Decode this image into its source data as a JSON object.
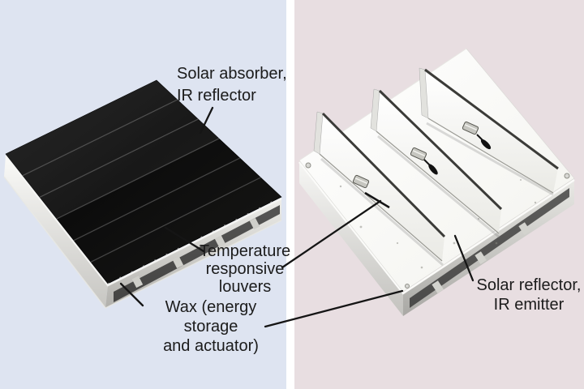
{
  "figure": {
    "left_panel": {
      "background_color": "#dee4f1",
      "device": "closed-black-louver-panel",
      "labels": {
        "solar_absorber": "Solar absorber,\nIR reflector",
        "temperature_louvers": "Temperature\nresponsive\nlouvers",
        "wax": "Wax (energy storage\nand actuator)"
      },
      "colors": {
        "louver_top": "#131313",
        "base_metal": "#dddcd8"
      }
    },
    "right_panel": {
      "background_color": "#e8dee1",
      "device": "open-white-louver-panel",
      "labels": {
        "solar_reflector": "Solar reflector,\nIR emitter"
      },
      "colors": {
        "platform": "#fbfbf8",
        "fin_rail": "#3b3b38",
        "base_metal": "#d9d8d4"
      }
    },
    "divider_color": "#ffffff",
    "text_color": "#1b1b1b",
    "leader_line_color": "#151515"
  }
}
